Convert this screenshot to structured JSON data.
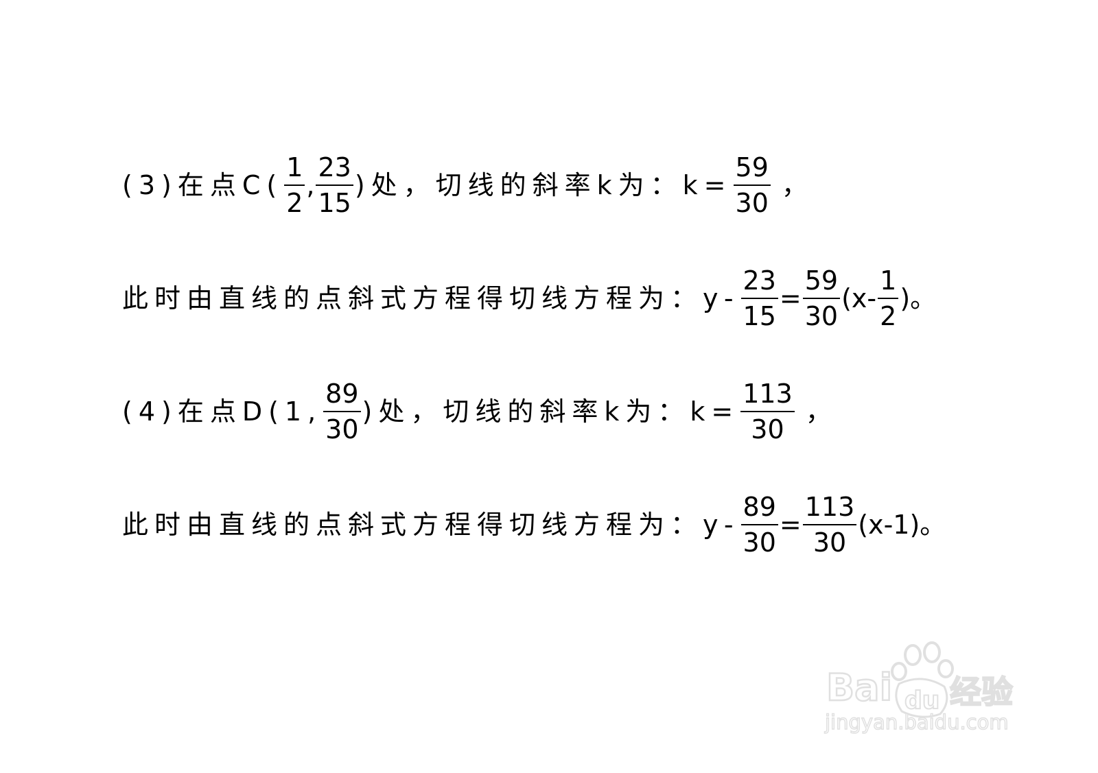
{
  "line1": {
    "prefix": "(3)在点C(",
    "frac_a": {
      "num": "1",
      "den": "2"
    },
    "comma": ",",
    "frac_b": {
      "num": "23",
      "den": "15"
    },
    "mid": ")处，切线的斜率k为：k=",
    "frac_c": {
      "num": "59",
      "den": "30"
    },
    "suffix": "，"
  },
  "line2": {
    "prefix": "此时由直线的点斜式方程得切线方程为：y-",
    "frac_a": {
      "num": "23",
      "den": "15"
    },
    "eq": "=",
    "frac_b": {
      "num": "59",
      "den": "30"
    },
    "mid": "(x-",
    "frac_c": {
      "num": "1",
      "den": "2"
    },
    "suffix": ")。"
  },
  "line3": {
    "prefix": "(4)在点D(1,",
    "frac_a": {
      "num": "89",
      "den": "30"
    },
    "mid": ")处，切线的斜率k为：k=",
    "frac_b": {
      "num": "113",
      "den": "30"
    },
    "suffix": "，"
  },
  "line4": {
    "prefix": "此时由直线的点斜式方程得切线方程为：y-",
    "frac_a": {
      "num": "89",
      "den": "30"
    },
    "eq": "=",
    "frac_b": {
      "num": "113",
      "den": "30"
    },
    "suffix": "(x-1)。"
  },
  "watermark": {
    "brand": "Bai",
    "brand2": "du",
    "cn": "经验",
    "url": "jingyan.baidu.com",
    "icon": "baidu-paw-icon"
  }
}
